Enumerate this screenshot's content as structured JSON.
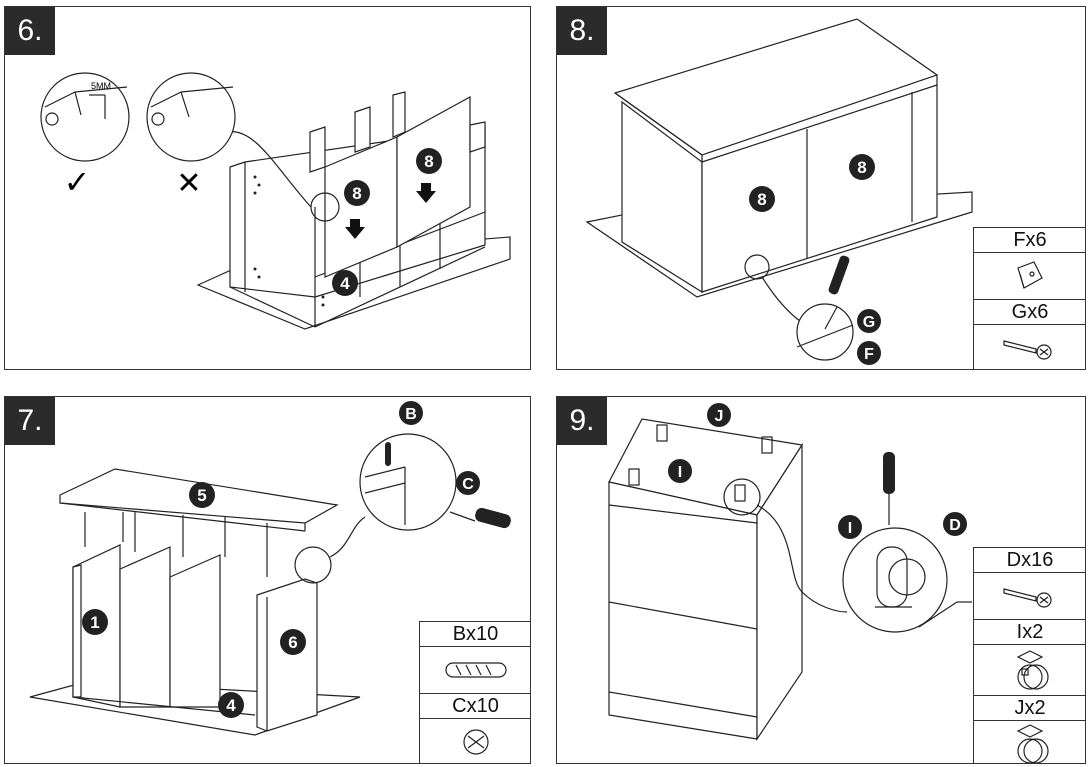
{
  "panels": {
    "p6": {
      "step": "6.",
      "callouts": [
        "8",
        "8",
        "4"
      ],
      "measure": "5MM",
      "ok_mark": "✓",
      "bad_mark": "✕"
    },
    "p8": {
      "step": "8.",
      "callouts": [
        "8",
        "8",
        "G",
        "F"
      ],
      "parts": [
        {
          "label": "Fx6",
          "icon": "bracket-icon"
        },
        {
          "label": "Gx6",
          "icon": "screw-icon"
        }
      ]
    },
    "p7": {
      "step": "7.",
      "callouts": [
        "5",
        "1",
        "6",
        "4",
        "B",
        "C"
      ],
      "parts": [
        {
          "label": "Bx10",
          "icon": "dowel-icon"
        },
        {
          "label": "Cx10",
          "icon": "cam-lock-icon"
        }
      ]
    },
    "p9": {
      "step": "9.",
      "callouts": [
        "J",
        "I",
        "I",
        "D"
      ],
      "parts": [
        {
          "label": "Dx16",
          "icon": "screw-icon"
        },
        {
          "label": "Ix2",
          "icon": "caster-brake-icon"
        },
        {
          "label": "Jx2",
          "icon": "caster-icon"
        }
      ]
    }
  }
}
